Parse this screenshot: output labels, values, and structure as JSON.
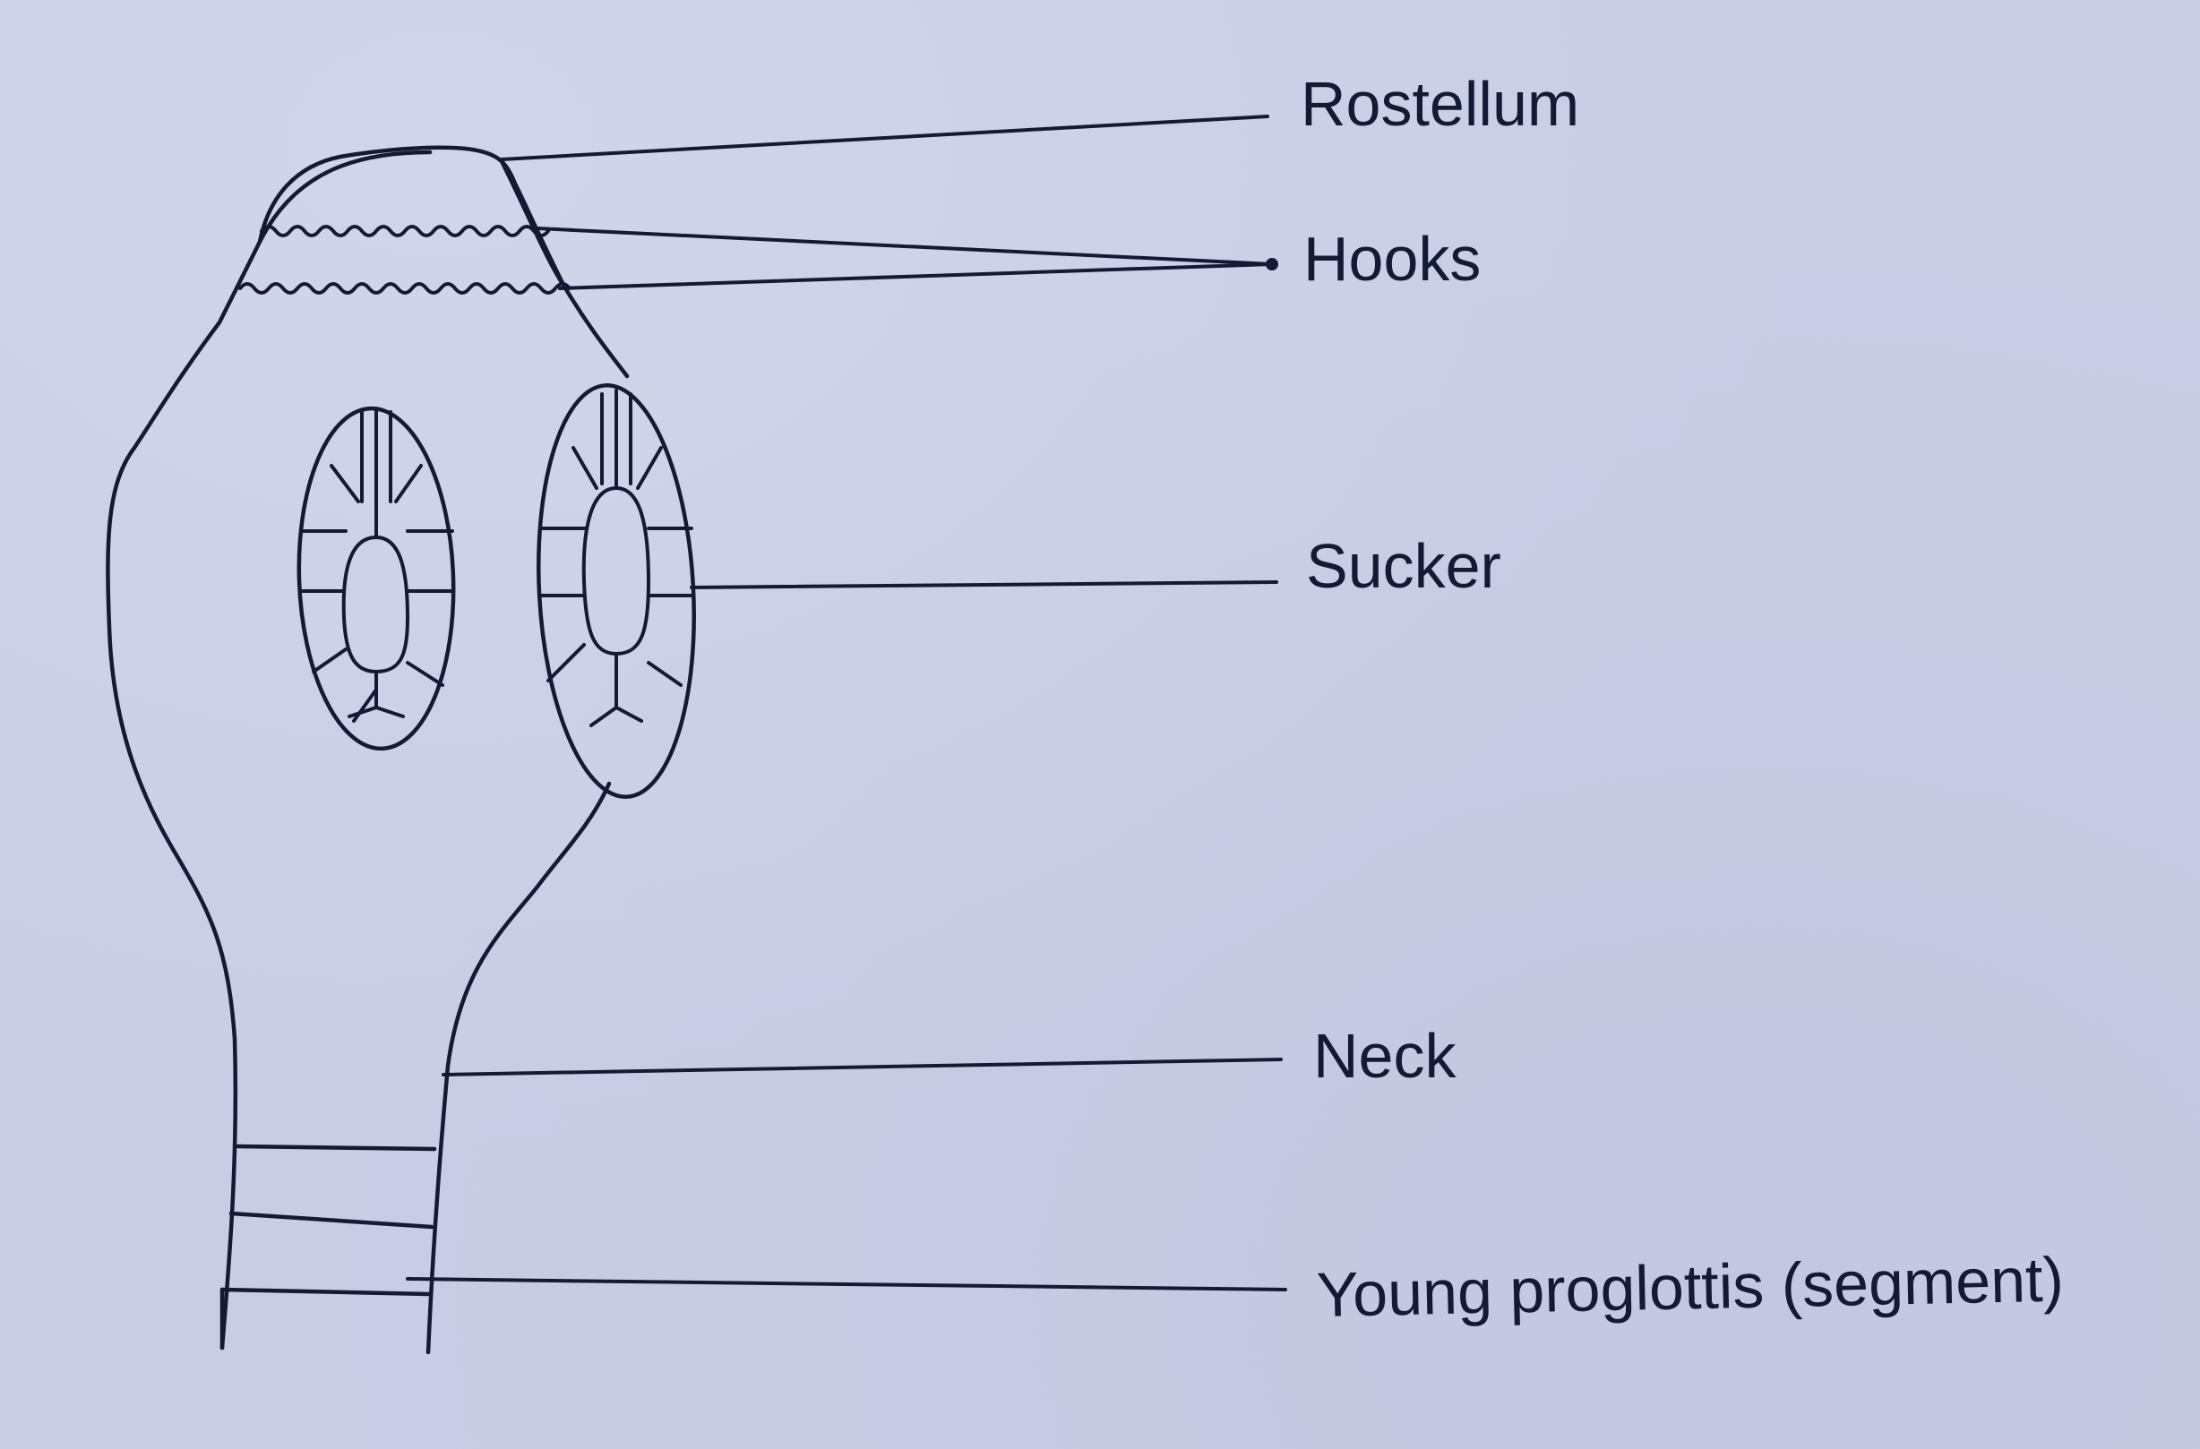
{
  "labels": {
    "rostellum": "Rostellum",
    "hooks": "Hooks",
    "sucker": "Sucker",
    "neck": "Neck",
    "young_proglottis": "Young proglottis (segment)"
  }
}
